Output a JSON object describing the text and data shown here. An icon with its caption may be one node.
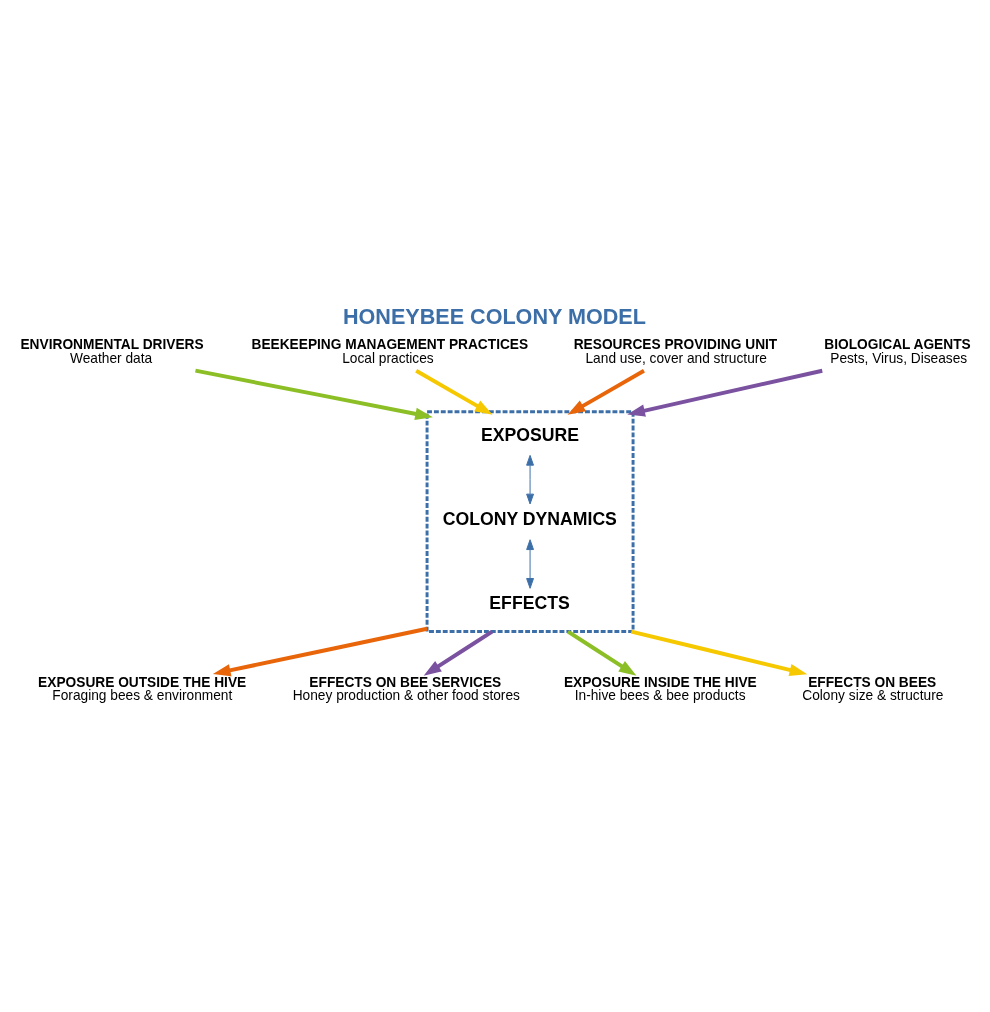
{
  "diagram": {
    "title": "HONEYBEE COLONY MODEL",
    "nodes": [
      {
        "text": [
          "ENVIRONMENTAL DRIVERS",
          "Weather data"
        ]
      },
      {
        "text": [
          "BEEKEEPING MANAGEMENT PRACTICES",
          "Local practices"
        ]
      },
      {
        "text": [
          "RESOURCES PROVIDING UNIT",
          "Land use, cover and structure"
        ]
      },
      {
        "text": [
          "BIOLOGICAL AGENTS",
          "Pests, Virus, Diseases"
        ]
      },
      {
        "text": [],
        "shape": "hexagon"
      },
      {
        "text": [
          "EXPOSURE"
        ],
        "in": 4
      },
      {
        "text": [
          "COLONY DYNAMICS"
        ],
        "in": 4
      },
      {
        "text": [
          "EFFECTS"
        ],
        "in": 4
      },
      {
        "text": [
          "EXPOSURE OUTSIDE THE HIVE",
          "Foraging bees & environment"
        ]
      },
      {
        "text": [
          "EFFECTS ON BEE SERVICES",
          "Honey production & other food stores"
        ]
      },
      {
        "text": [
          "EXPOSURE INSIDE THE HIVE",
          "In-hive bees & bee products"
        ]
      },
      {
        "text": [
          "EFFECTS ON BEES",
          "Colony size & structure"
        ]
      }
    ],
    "edges": [
      {
        "from": 2,
        "to": 4,
        "arrow": "to",
        "color": "#e8650a"
      },
      {
        "from": 0,
        "to": 4,
        "arrow": "to",
        "color": "#8cbf26"
      },
      {
        "from": 1,
        "to": 4,
        "arrow": "to",
        "color": "#f5c800"
      },
      {
        "from": 3,
        "to": 4,
        "arrow": "to",
        "color": "#7b52a0"
      },
      {
        "from": 5,
        "to": 6,
        "arrow": "both",
        "color": "#3c6fa8"
      },
      {
        "from": 6,
        "to": 7,
        "arrow": "both",
        "color": "#3c6fa8"
      },
      {
        "from": 4,
        "to": 8,
        "arrow": "to",
        "color": "#e8650a"
      },
      {
        "from": 4,
        "to": 10,
        "arrow": "to",
        "color": "#8cbf26"
      },
      {
        "from": 4,
        "to": 11,
        "arrow": "to",
        "color": "#f5c800"
      },
      {
        "from": 4,
        "to": 9,
        "arrow": "to",
        "color": "#7b52a0"
      }
    ]
  }
}
